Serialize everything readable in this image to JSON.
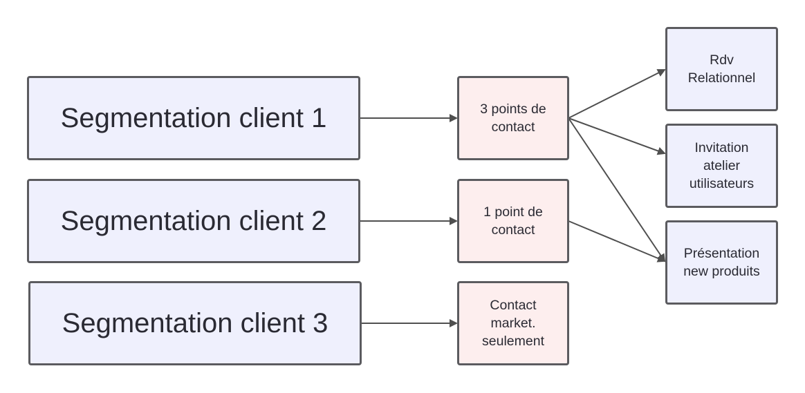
{
  "segments": [
    {
      "label": "Segmentation client 1"
    },
    {
      "label": "Segmentation client 2"
    },
    {
      "label": "Segmentation client 3"
    }
  ],
  "contacts": [
    {
      "label": "3 points de\ncontact"
    },
    {
      "label": "1 point de\ncontact"
    },
    {
      "label": "Contact\nmarket.\nseulement"
    }
  ],
  "actions": [
    {
      "label": "Rdv\nRelationnel"
    },
    {
      "label": "Invitation\natelier\nutilisateurs"
    },
    {
      "label": "Présentation\nnew produits"
    }
  ],
  "colors": {
    "segment_fill": "#eff0fd",
    "contact_fill": "#fdeeee",
    "action_fill": "#eff0fd",
    "border": "#5b5b5f",
    "arrow": "#4f4f4f"
  }
}
